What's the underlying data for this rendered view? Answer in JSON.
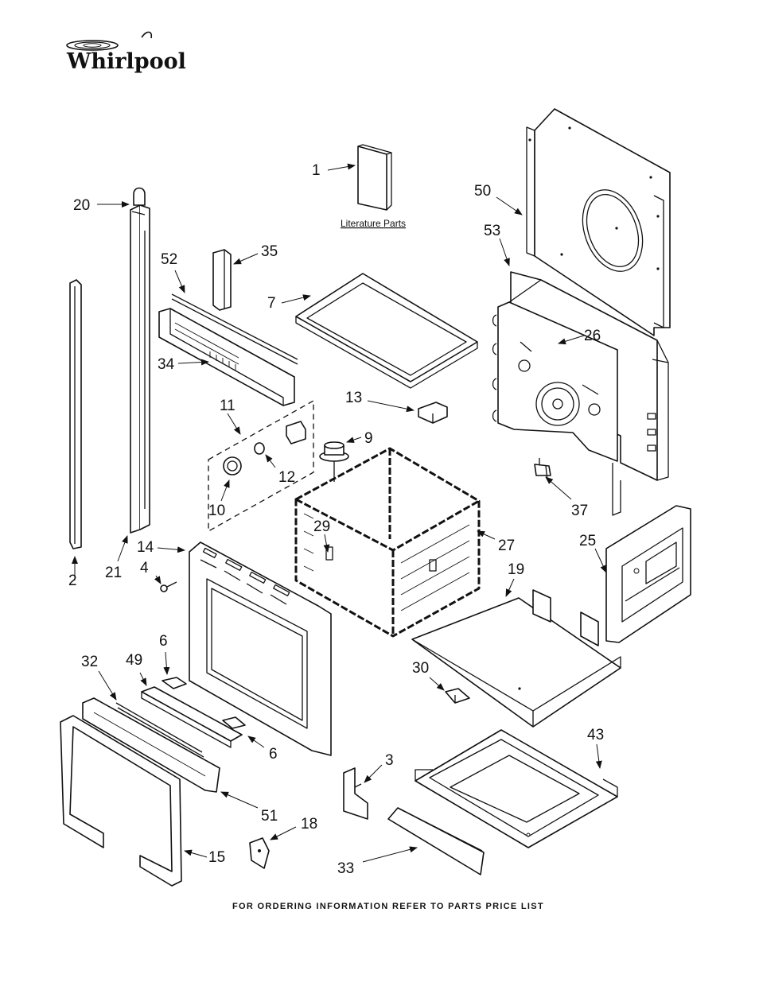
{
  "brand": {
    "name": "Whirlpool"
  },
  "diagram": {
    "literature_caption": "Literature Parts",
    "callouts": [
      {
        "id": "c1",
        "num": "1"
      },
      {
        "id": "c2",
        "num": "2"
      },
      {
        "id": "c3",
        "num": "3"
      },
      {
        "id": "c4",
        "num": "4"
      },
      {
        "id": "c6a",
        "num": "6"
      },
      {
        "id": "c6b",
        "num": "6"
      },
      {
        "id": "c7",
        "num": "7"
      },
      {
        "id": "c9",
        "num": "9"
      },
      {
        "id": "c10",
        "num": "10"
      },
      {
        "id": "c11",
        "num": "11"
      },
      {
        "id": "c12",
        "num": "12"
      },
      {
        "id": "c13",
        "num": "13"
      },
      {
        "id": "c14",
        "num": "14"
      },
      {
        "id": "c15",
        "num": "15"
      },
      {
        "id": "c18",
        "num": "18"
      },
      {
        "id": "c19",
        "num": "19"
      },
      {
        "id": "c20",
        "num": "20"
      },
      {
        "id": "c21",
        "num": "21"
      },
      {
        "id": "c25",
        "num": "25"
      },
      {
        "id": "c26",
        "num": "26"
      },
      {
        "id": "c27",
        "num": "27"
      },
      {
        "id": "c29",
        "num": "29"
      },
      {
        "id": "c30",
        "num": "30"
      },
      {
        "id": "c32",
        "num": "32"
      },
      {
        "id": "c33",
        "num": "33"
      },
      {
        "id": "c34",
        "num": "34"
      },
      {
        "id": "c35",
        "num": "35"
      },
      {
        "id": "c37",
        "num": "37"
      },
      {
        "id": "c43",
        "num": "43"
      },
      {
        "id": "c49",
        "num": "49"
      },
      {
        "id": "c50",
        "num": "50"
      },
      {
        "id": "c51",
        "num": "51"
      },
      {
        "id": "c52",
        "num": "52"
      },
      {
        "id": "c53",
        "num": "53"
      }
    ]
  },
  "footer": {
    "text": "FOR ORDERING INFORMATION REFER TO PARTS PRICE LIST"
  }
}
